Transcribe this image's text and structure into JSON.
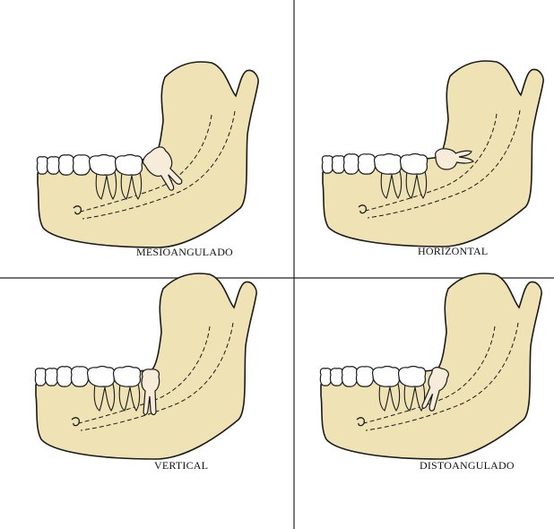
{
  "panels": [
    {
      "label": "MESIOANGULADO",
      "impaction": "mesioangular"
    },
    {
      "label": "HORIZONTAL",
      "impaction": "horizontal"
    },
    {
      "label": "VERTICAL",
      "impaction": "vertical"
    },
    {
      "label": "DISTOANGULADO",
      "impaction": "distoangular"
    }
  ],
  "colors": {
    "bone": "#efe3b5",
    "outline": "#1a1a1a",
    "tooth": "#ffffff",
    "impacted_tooth": "#f6ecd9",
    "divider": "#222222"
  }
}
